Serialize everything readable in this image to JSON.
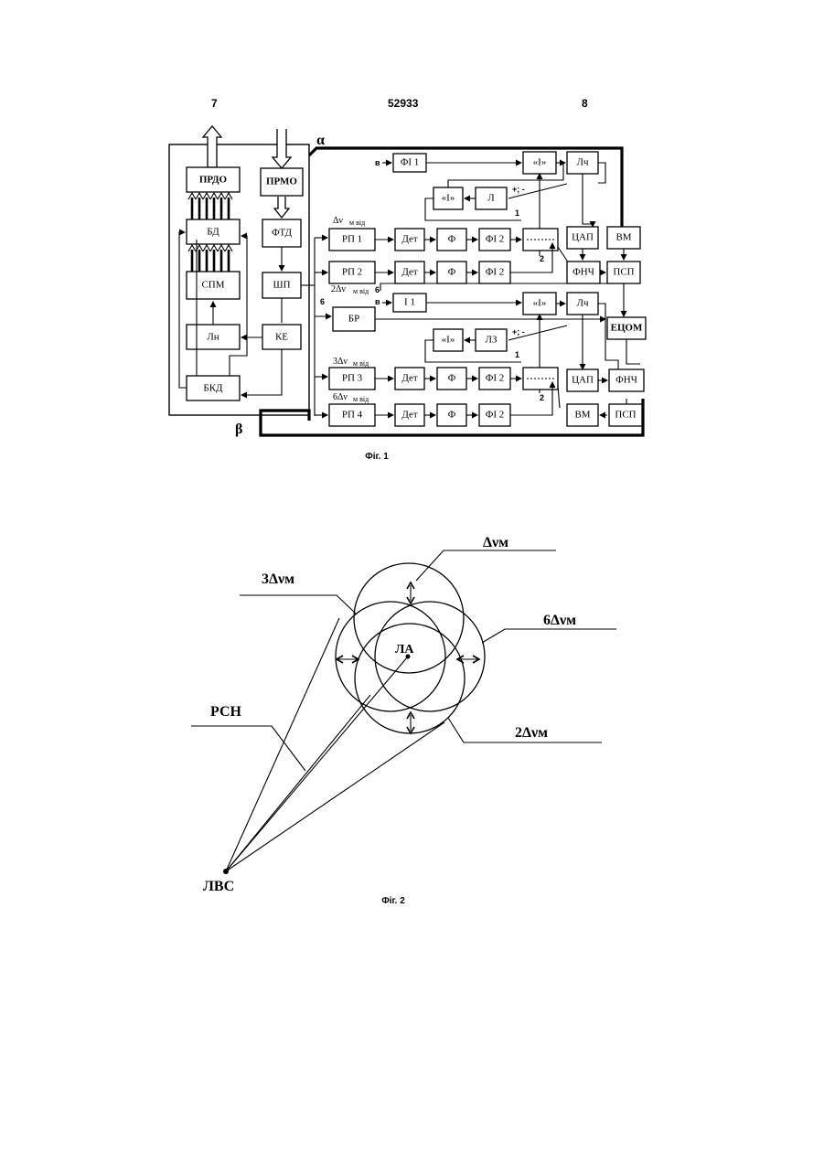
{
  "header": {
    "left": "7",
    "center": "52933",
    "right": "8"
  },
  "fig1": {
    "caption": "Фіг. 1",
    "left_blocks": {
      "prdo": "ПРДО",
      "prmo": "ПРМО",
      "bd": "БД",
      "ftd": "ФТД",
      "spm": "СПМ",
      "shp": "ШП",
      "ln": "Лн",
      "ke": "КЕ",
      "bkd": "БКД"
    },
    "alpha": "α",
    "beta": "β",
    "row1": {
      "input": "в",
      "fi1": "ФІ 1",
      "int1": "«І»",
      "lch": "Лч",
      "int2": "«І»",
      "l": "Л",
      "pm": "+; -",
      "one": "1"
    },
    "row2": {
      "label_a": "Δν",
      "label_b": "м від",
      "rp": "РП 1",
      "det": "Дет",
      "f": "Ф",
      "fi2": "ФІ 2",
      "two": "2",
      "tsap": "ЦАП",
      "vm": "ВМ"
    },
    "row3": {
      "rp": "РП 2",
      "det": "Дет",
      "f": "Ф",
      "fi2": "ФІ 2",
      "fnch": "ФНЧ",
      "psp": "ПСП"
    },
    "row4": {
      "label_a": "2Δν",
      "label_b": "м від",
      "six_a": "6",
      "input": "в",
      "i1": "І 1",
      "int1": "«І»",
      "lch": "Лч",
      "six_b": "6",
      "br": "БР",
      "etsom": "ЕЦОМ",
      "int2": "«І»",
      "lz": "ЛЗ",
      "pm": "+; -",
      "one": "1"
    },
    "row5": {
      "label_a": "3Δν",
      "label_b": "м від",
      "rp": "РП 3",
      "det": "Дет",
      "f": "Ф",
      "fi2": "ФІ 2",
      "tsap": "ЦАП",
      "fnch": "ФНЧ",
      "two": "2"
    },
    "row6": {
      "label_a": "6Δν",
      "label_b": "м від",
      "rp": "РП 4",
      "det": "Дет",
      "f": "Ф",
      "fi2": "ФІ 2",
      "vm": "ВМ",
      "psp": "ПСП"
    }
  },
  "fig2": {
    "caption": "Фіг. 2",
    "label_top": "Δνм",
    "label_left": "3Δνм",
    "label_right": "6Δνм",
    "label_bottom": "2Δνм",
    "label_center": "ЛА",
    "label_rsn": "РСН",
    "label_lvs": "ЛВС"
  }
}
